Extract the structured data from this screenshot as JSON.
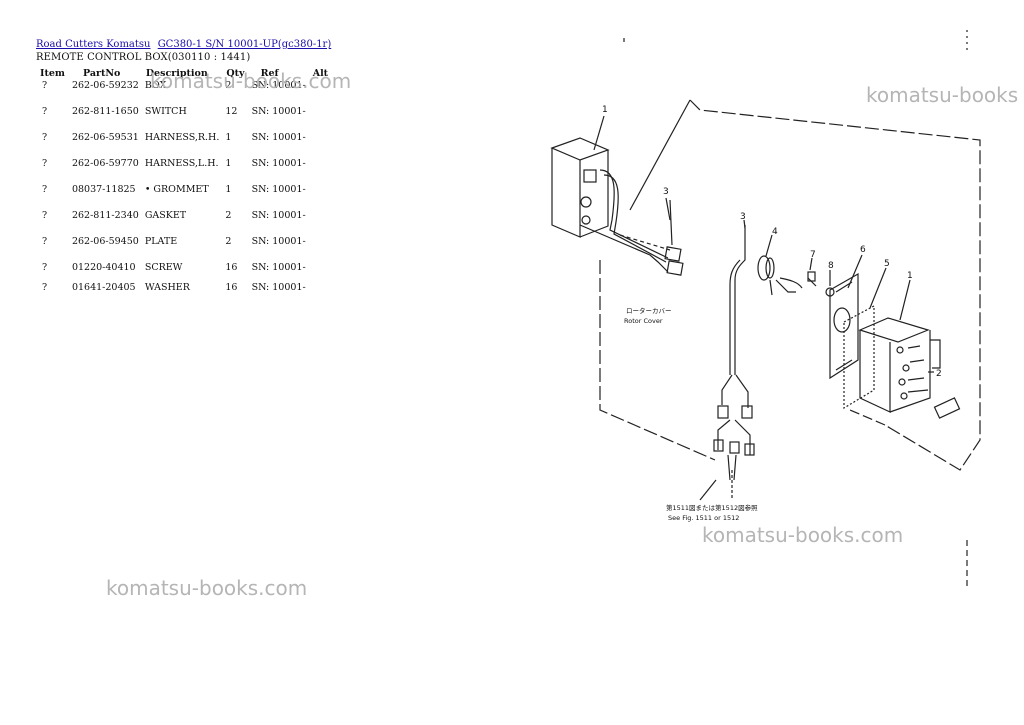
{
  "breadcrumb": {
    "link1": "Road Cutters Komatsu",
    "link2": "GC380-1 S/N 10001-UP(gc380-1r)"
  },
  "subtitle": "REMOTE CONTROL BOX(030110 : 1441)",
  "table": {
    "headers": [
      "Item",
      "PartNo",
      "Description",
      "Qty",
      "Ref",
      "Alt"
    ],
    "rows": [
      {
        "item": "?",
        "part": "262-06-59232",
        "desc": "BOX",
        "qty": "2",
        "ref": "SN: 10001-"
      },
      {
        "item": "?",
        "part": "262-811-1650",
        "desc": "SWITCH",
        "qty": "12",
        "ref": "SN: 10001-"
      },
      {
        "item": "?",
        "part": "262-06-59531",
        "desc": "HARNESS,R.H.",
        "qty": "1",
        "ref": "SN: 10001-"
      },
      {
        "item": "?",
        "part": "262-06-59770",
        "desc": "HARNESS,L.H.",
        "qty": "1",
        "ref": "SN: 10001-"
      },
      {
        "item": "?",
        "part": "08037-11825",
        "desc": "• GROMMET",
        "qty": "1",
        "ref": "SN: 10001-"
      },
      {
        "item": "?",
        "part": "262-811-2340",
        "desc": "GASKET",
        "qty": "2",
        "ref": "SN: 10001-"
      },
      {
        "item": "?",
        "part": "262-06-59450",
        "desc": "PLATE",
        "qty": "2",
        "ref": "SN: 10001-"
      },
      {
        "item": "?",
        "part": "01220-40410",
        "desc": "SCREW",
        "qty": "16",
        "ref": "SN: 10001-"
      },
      {
        "item": "?",
        "part": "01641-20405",
        "desc": "WASHER",
        "qty": "16",
        "ref": "SN: 10001-"
      }
    ]
  },
  "watermarks": [
    "komatsu-books.com",
    "komatsu-books",
    "komatsu-books.com",
    "komatsu-books.com"
  ],
  "diagram": {
    "callouts": [
      "1",
      "3",
      "3",
      "4",
      "7",
      "8",
      "6",
      "5",
      "1",
      "2"
    ],
    "rotor_cover_jp": "ローターカバー",
    "rotor_cover_en": "Rotor Cover",
    "see_fig_jp": "第1511図または第1512図参照",
    "see_fig_en": "See Fig. 1511 or 1512"
  }
}
